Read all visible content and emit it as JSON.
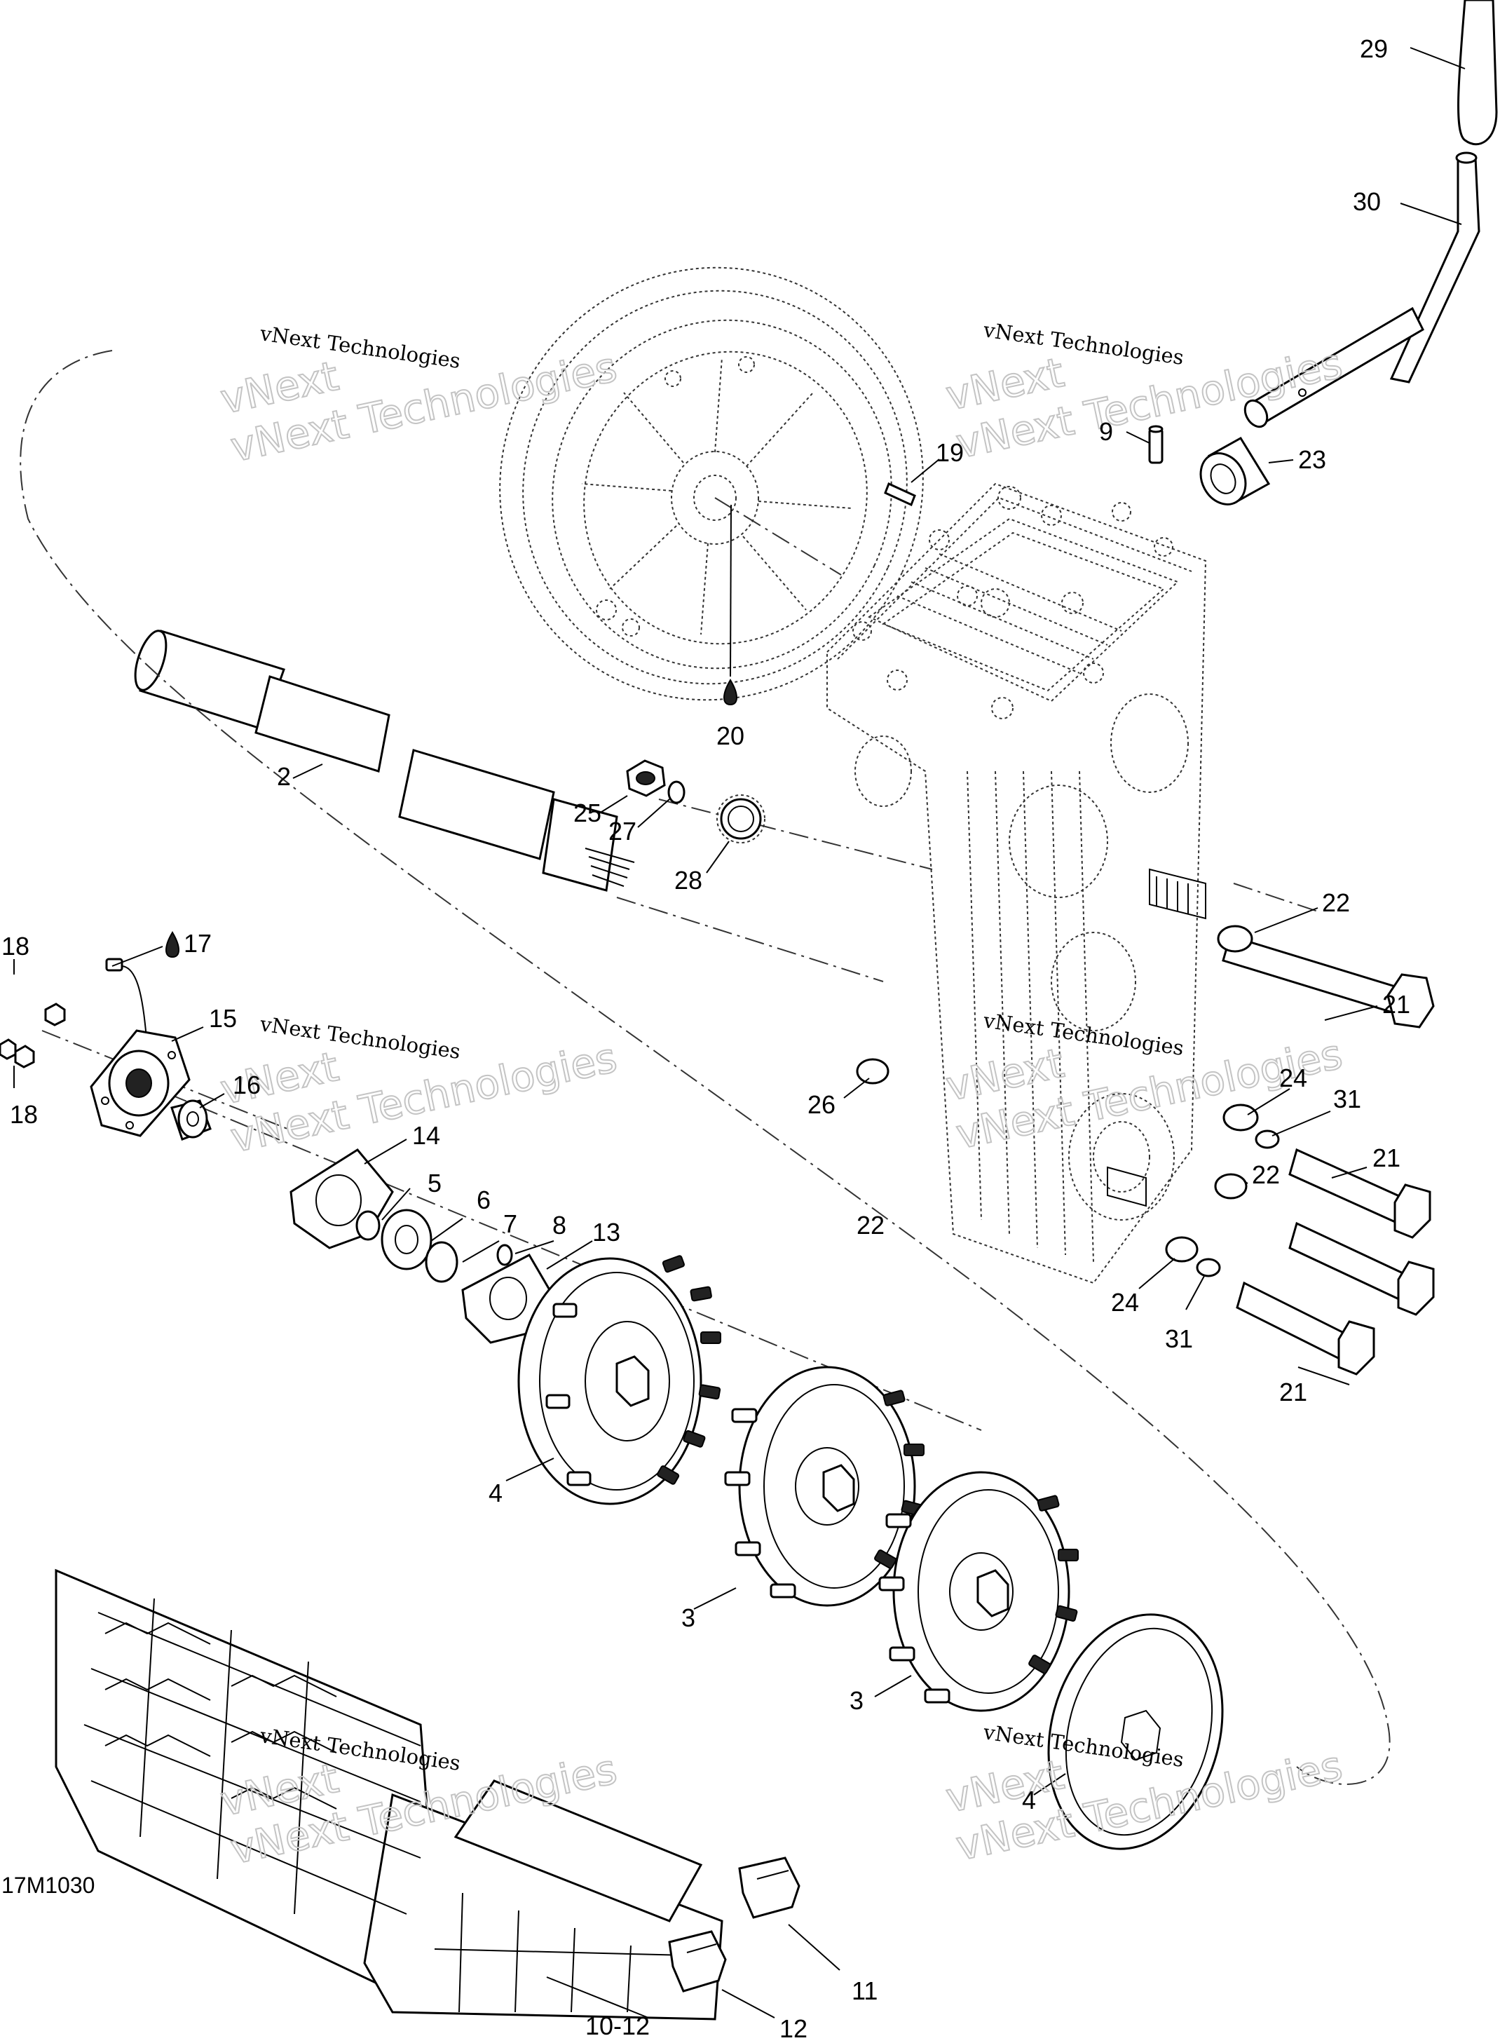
{
  "diagram": {
    "reference_code": "17M1030",
    "watermark_line1": "vNext Technologies",
    "watermark_line2": "vNext Technologies",
    "callouts": [
      {
        "id": "c29",
        "label": "29"
      },
      {
        "id": "c30",
        "label": "30"
      },
      {
        "id": "c9",
        "label": "9"
      },
      {
        "id": "c23",
        "label": "23"
      },
      {
        "id": "c19",
        "label": "19"
      },
      {
        "id": "c20",
        "label": "20"
      },
      {
        "id": "c2",
        "label": "2"
      },
      {
        "id": "c25",
        "label": "25"
      },
      {
        "id": "c27",
        "label": "27"
      },
      {
        "id": "c28",
        "label": "28"
      },
      {
        "id": "c22a",
        "label": "22"
      },
      {
        "id": "c21a",
        "label": "21"
      },
      {
        "id": "c17",
        "label": "17"
      },
      {
        "id": "c18a",
        "label": "18"
      },
      {
        "id": "c15",
        "label": "15"
      },
      {
        "id": "c16",
        "label": "16"
      },
      {
        "id": "c18b",
        "label": "18"
      },
      {
        "id": "c26",
        "label": "26"
      },
      {
        "id": "c24a",
        "label": "24"
      },
      {
        "id": "c31a",
        "label": "31"
      },
      {
        "id": "c21b",
        "label": "21"
      },
      {
        "id": "c22b",
        "label": "22"
      },
      {
        "id": "c14",
        "label": "14"
      },
      {
        "id": "c5",
        "label": "5"
      },
      {
        "id": "c6",
        "label": "6"
      },
      {
        "id": "c7",
        "label": "7"
      },
      {
        "id": "c8",
        "label": "8"
      },
      {
        "id": "c13",
        "label": "13"
      },
      {
        "id": "c22c",
        "label": "22"
      },
      {
        "id": "c24b",
        "label": "24"
      },
      {
        "id": "c31b",
        "label": "31"
      },
      {
        "id": "c21c",
        "label": "21"
      },
      {
        "id": "c4a",
        "label": "4"
      },
      {
        "id": "c3a",
        "label": "3"
      },
      {
        "id": "c3b",
        "label": "3"
      },
      {
        "id": "c4b",
        "label": "4"
      },
      {
        "id": "c11",
        "label": "11"
      },
      {
        "id": "c10",
        "label": "10-12"
      },
      {
        "id": "c12",
        "label": "12"
      }
    ]
  }
}
